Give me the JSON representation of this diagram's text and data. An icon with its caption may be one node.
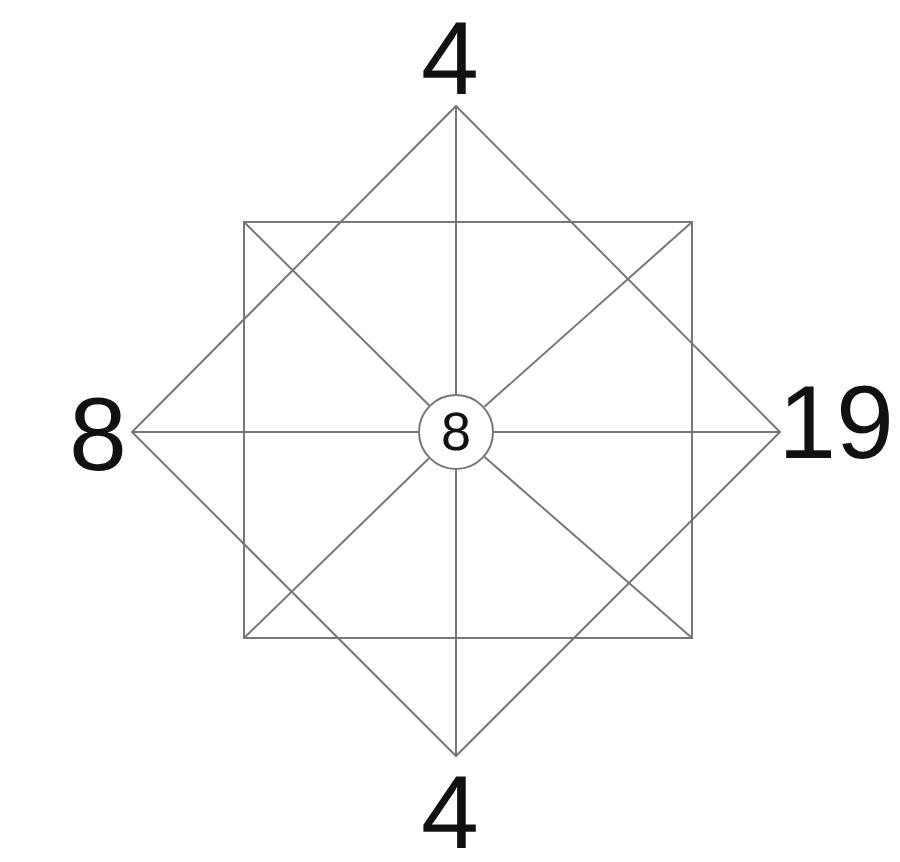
{
  "diagram": {
    "nodes": [
      {
        "text": [
          "8"
        ]
      }
    ],
    "labels": [
      "4",
      "8",
      "19",
      "4"
    ]
  }
}
